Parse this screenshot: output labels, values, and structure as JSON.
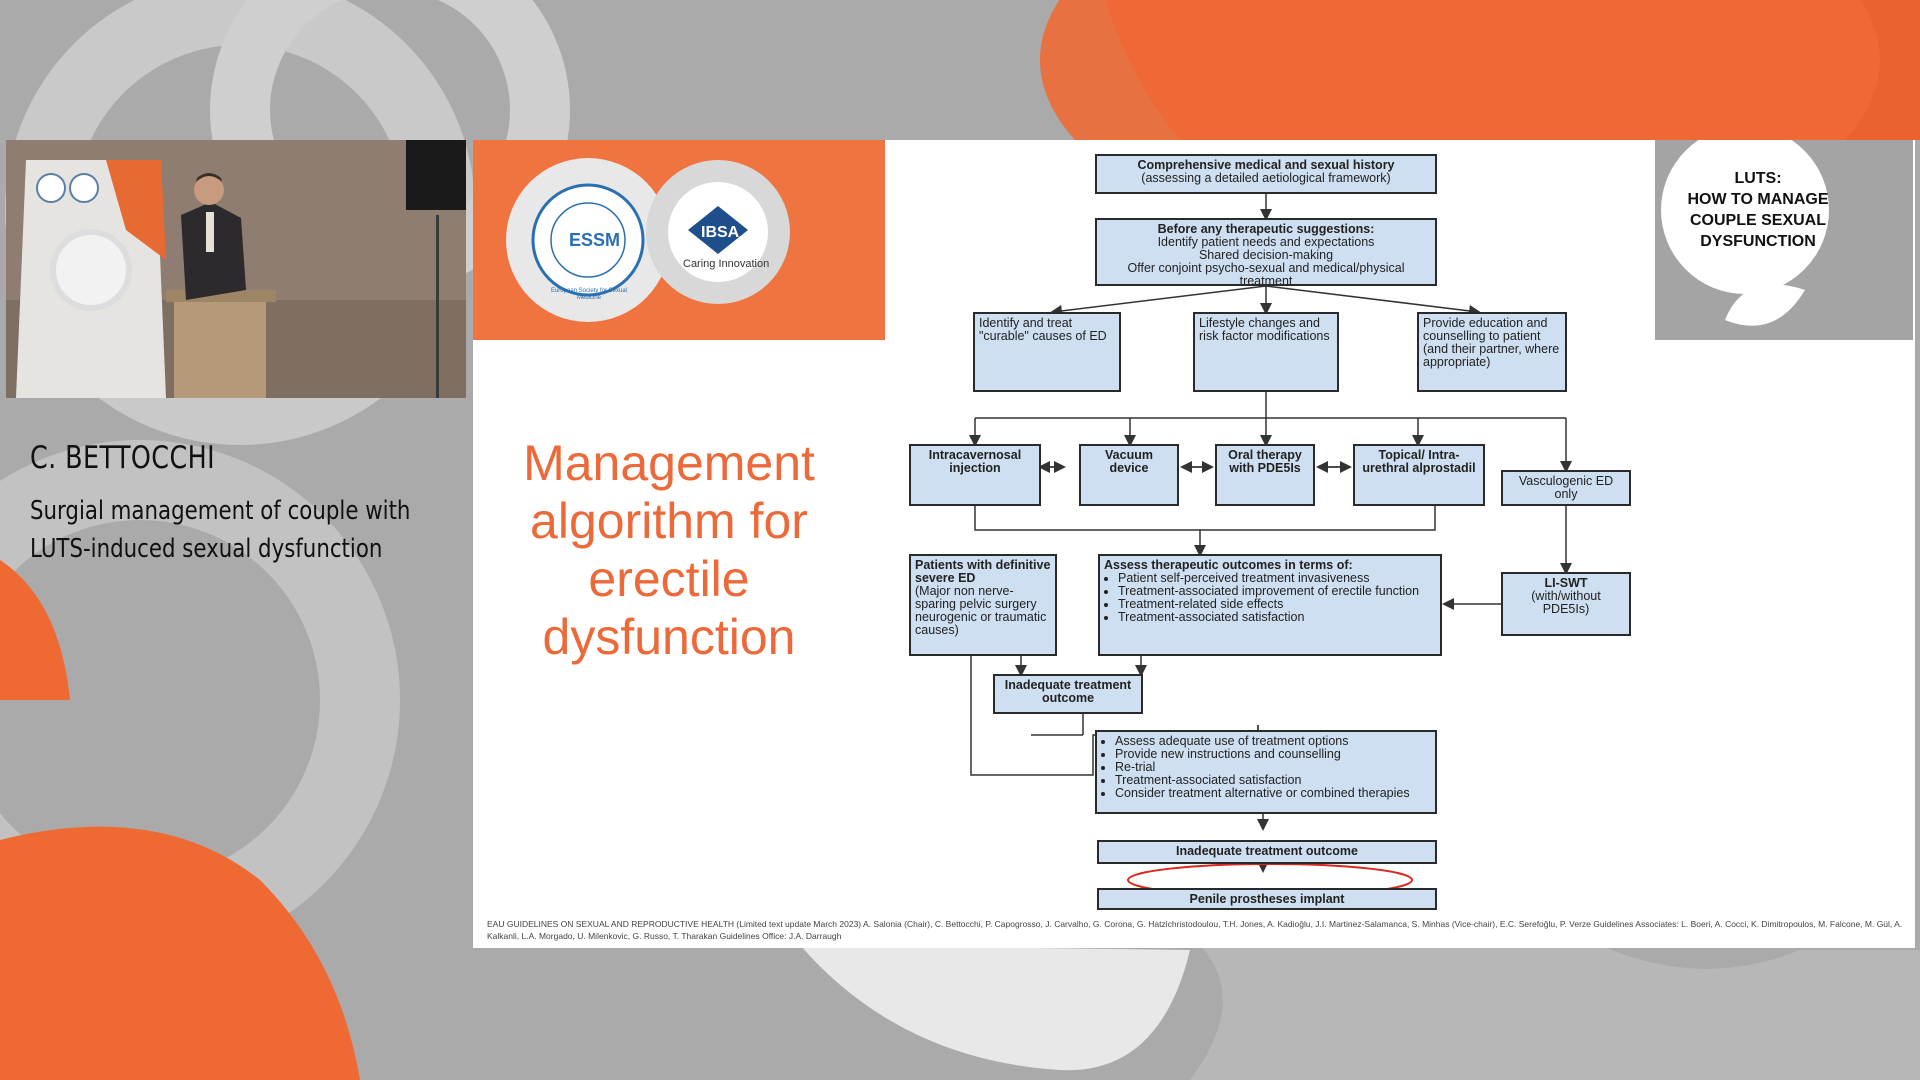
{
  "speaker": {
    "name": "C. BETTOCCHI",
    "talk_title": "Surgial management of couple with LUTS-induced sexual dysfunction"
  },
  "slide": {
    "title": "Management algorithm for erectile dysfunction",
    "logos": {
      "essm_ring": "European Society for Sexual Medicine",
      "essm_mark": "ESSM",
      "ibsa_mark": "IBSA",
      "ibsa_tagline": "Caring Innovation"
    },
    "event_badge": {
      "line1": "LUTS:",
      "line2": "HOW TO MANAGE",
      "line3": "COUPLE SEXUAL",
      "line4": "DYSFUNCTION"
    },
    "flow": {
      "history": {
        "line1": "Comprehensive medical and sexual history",
        "line2": "(assessing a detailed aetiological framework)"
      },
      "before": {
        "head": "Before any therapeutic suggestions:",
        "l1": "Identify patient needs and expectations",
        "l2": "Shared decision-making",
        "l3": "Offer conjoint psycho-sexual and medical/physical treatment"
      },
      "curable": "Identify and treat \"curable\" causes of ED",
      "lifestyle": "Lifestyle changes and risk factor modifications",
      "education": "Provide education and counselling to patient (and their partner, where appropriate)",
      "ici": "Intracavernosal injection",
      "vacuum": "Vacuum device",
      "oral": "Oral therapy with PDE5Is",
      "topical": "Topical/ Intra-urethral alprostadil",
      "vasculogenic": "Vasculogenic ED only",
      "severe": {
        "head": "Patients with definitive severe ED",
        "body": "(Major non nerve-sparing pelvic surgery neurogenic or traumatic causes)"
      },
      "assess": {
        "head": "Assess therapeutic outcomes in terms of:",
        "items": [
          "Patient self-perceived treatment invasiveness",
          "Treatment-associated improvement of erectile function",
          "Treatment-related side effects",
          "Treatment-associated satisfaction"
        ]
      },
      "liswt": {
        "head": "LI-SWT",
        "body": "(with/without PDE5Is)"
      },
      "inadequate1": "Inadequate treatment outcome",
      "reassess": {
        "items": [
          "Assess adequate use of treatment options",
          "Provide new instructions and counselling",
          "Re-trial",
          "Treatment-associated satisfaction",
          "Consider treatment alternative or combined therapies"
        ]
      },
      "inadequate2": "Inadequate treatment outcome",
      "prosthesis": "Penile prostheses implant"
    },
    "references": "EAU GUIDELINES ON SEXUAL AND REPRODUCTIVE HEALTH (Limited text update March 2023) A. Salonia (Chair), C. Bettocchi, P. Capogrosso, J. Carvalho, G. Corona, G. Hatzichristodoulou, T.H. Jones, A. Kadioğlu, J.I. Martinez-Salamanca, S. Minhas (Vice-chair), E.C. Serefoğlu, P. Verze Guidelines Associates: L. Boeri, A. Cocci, K. Dimitropoulos, M. Falcone, M. Gül, A. Kalkanli, L.A. Morgado, U. Milenkovic, G. Russo, T. Tharakan Guidelines Office: J.A. Darraugh"
  },
  "colors": {
    "accent_orange": "#ec6a3a",
    "box_fill": "#cddff0",
    "ellipse_red": "#d9281d",
    "bg_gray": "#a9a9a9",
    "ibsa_blue": "#1e4f8c"
  }
}
